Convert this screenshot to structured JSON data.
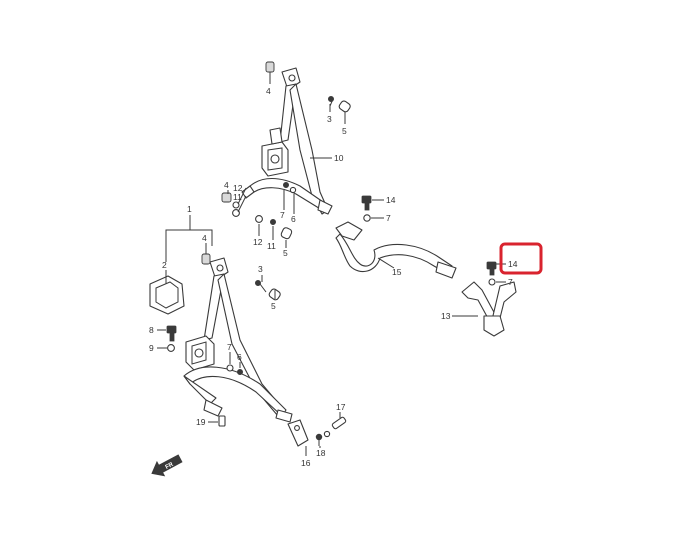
{
  "colors": {
    "line": "#3a3a3a",
    "highlight": "#d9232e",
    "background": "#ffffff"
  },
  "direction_marker": {
    "icon": "front-arrow-icon",
    "text": "FR"
  },
  "callouts": [
    {
      "id": "c4a",
      "text": "4"
    },
    {
      "id": "c3a",
      "text": "3"
    },
    {
      "id": "c5a",
      "text": "5"
    },
    {
      "id": "c10",
      "text": "10"
    },
    {
      "id": "c4b",
      "text": "4"
    },
    {
      "id": "c12a",
      "text": "12"
    },
    {
      "id": "c11a",
      "text": "11"
    },
    {
      "id": "c7a",
      "text": "7"
    },
    {
      "id": "c6a",
      "text": "6"
    },
    {
      "id": "c12b",
      "text": "12"
    },
    {
      "id": "c11b",
      "text": "11"
    },
    {
      "id": "c5b",
      "text": "5"
    },
    {
      "id": "c1",
      "text": "1"
    },
    {
      "id": "c4c",
      "text": "4"
    },
    {
      "id": "c2",
      "text": "2"
    },
    {
      "id": "c3b",
      "text": "3"
    },
    {
      "id": "c5c",
      "text": "5"
    },
    {
      "id": "c8",
      "text": "8"
    },
    {
      "id": "c9",
      "text": "9"
    },
    {
      "id": "c7b",
      "text": "7"
    },
    {
      "id": "c6b",
      "text": "6"
    },
    {
      "id": "c19",
      "text": "19"
    },
    {
      "id": "c17",
      "text": "17"
    },
    {
      "id": "c16",
      "text": "16"
    },
    {
      "id": "c18",
      "text": "18"
    },
    {
      "id": "c14a",
      "text": "14"
    },
    {
      "id": "c7c",
      "text": "7"
    },
    {
      "id": "c15",
      "text": "15"
    },
    {
      "id": "c14b",
      "text": "14"
    },
    {
      "id": "c7d",
      "text": "7"
    },
    {
      "id": "c13",
      "text": "13"
    }
  ],
  "highlighted_callout": "14"
}
